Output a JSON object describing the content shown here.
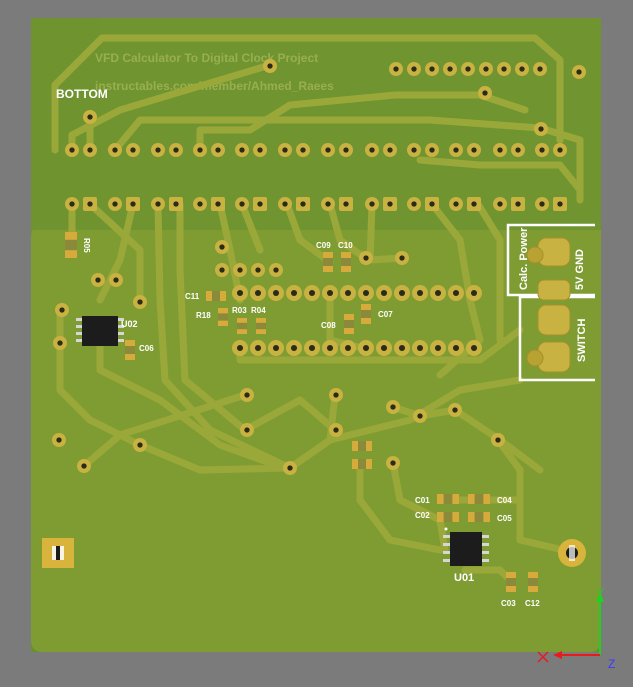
{
  "board": {
    "layer_label": "BOTTOM",
    "project_text": "VFD Calculator To Digital Clock Project",
    "link_text": "instructables.com/member/Ahmed_Raees"
  },
  "colors": {
    "background": "#7b7b7b",
    "substrate": "#6b8f2c",
    "copper": "#7f9c33",
    "trace": "#9aa83a",
    "pad": "#c8b241",
    "component": "#1c1c1c",
    "smd_pad": "#d6ab3c",
    "silkscreen": "#ffffff",
    "axis_x": "#e81b1b",
    "axis_y": "#1fd21f",
    "axis_z": "#3a3aff"
  },
  "labels": {
    "r05": "R05",
    "u02": "U02",
    "c06": "C06",
    "c09": "C09",
    "c10": "C10",
    "c11": "C11",
    "r18": "R18",
    "r03": "R03",
    "r04": "R04",
    "c08": "C08",
    "c07": "C07",
    "c01": "C01",
    "c02": "C02",
    "c04": "C04",
    "c05": "C05",
    "u01": "U01",
    "c03": "C03",
    "c12": "C12"
  },
  "connector_labels": {
    "calc_power": "Calc. Power",
    "gnd_5v": "5V GND",
    "switch": "SWITCH"
  },
  "axes": {
    "y": "Y",
    "z": "Z"
  }
}
